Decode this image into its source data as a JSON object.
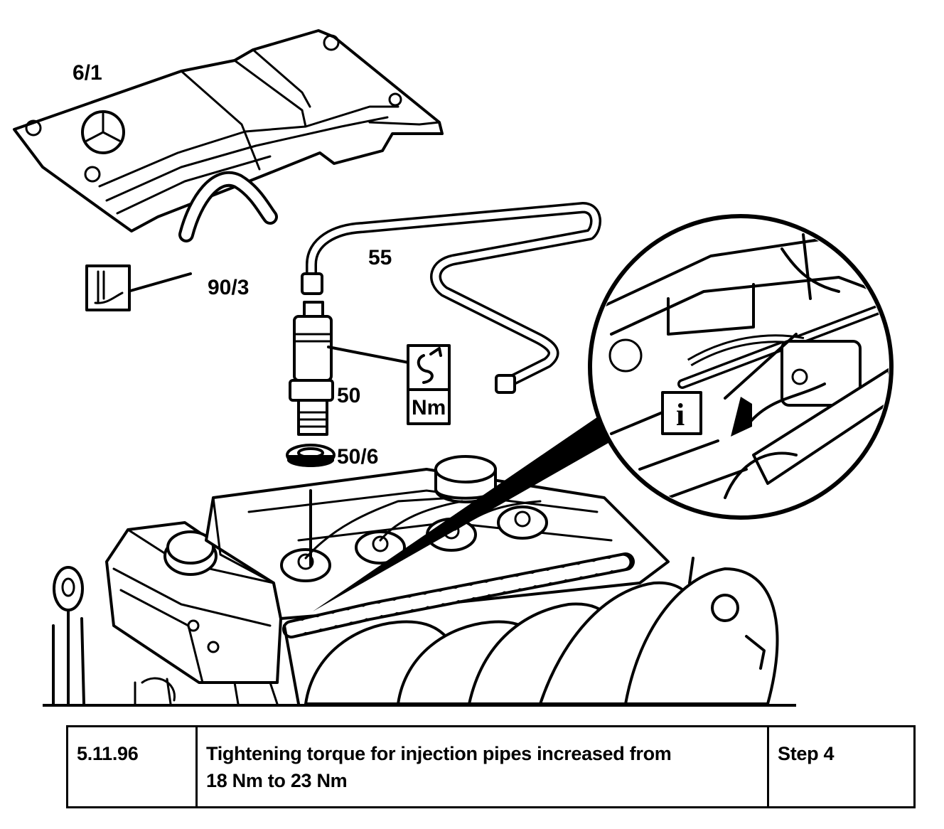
{
  "diagram": {
    "labels": {
      "cover": "6/1",
      "hose": "90/3",
      "pipe": "55",
      "injector": "50",
      "washer": "50/6",
      "torque_unit": "Nm",
      "info_symbol": "i"
    },
    "icons": [
      "clamp-tool-icon",
      "torque-wrench-icon",
      "info-icon",
      "mercedes-star-icon"
    ]
  },
  "info_table": {
    "date": "5.11.96",
    "description_line1": "Tightening torque for injection pipes increased from",
    "description_line2": "18 Nm to 23 Nm",
    "step": "Step 4"
  }
}
